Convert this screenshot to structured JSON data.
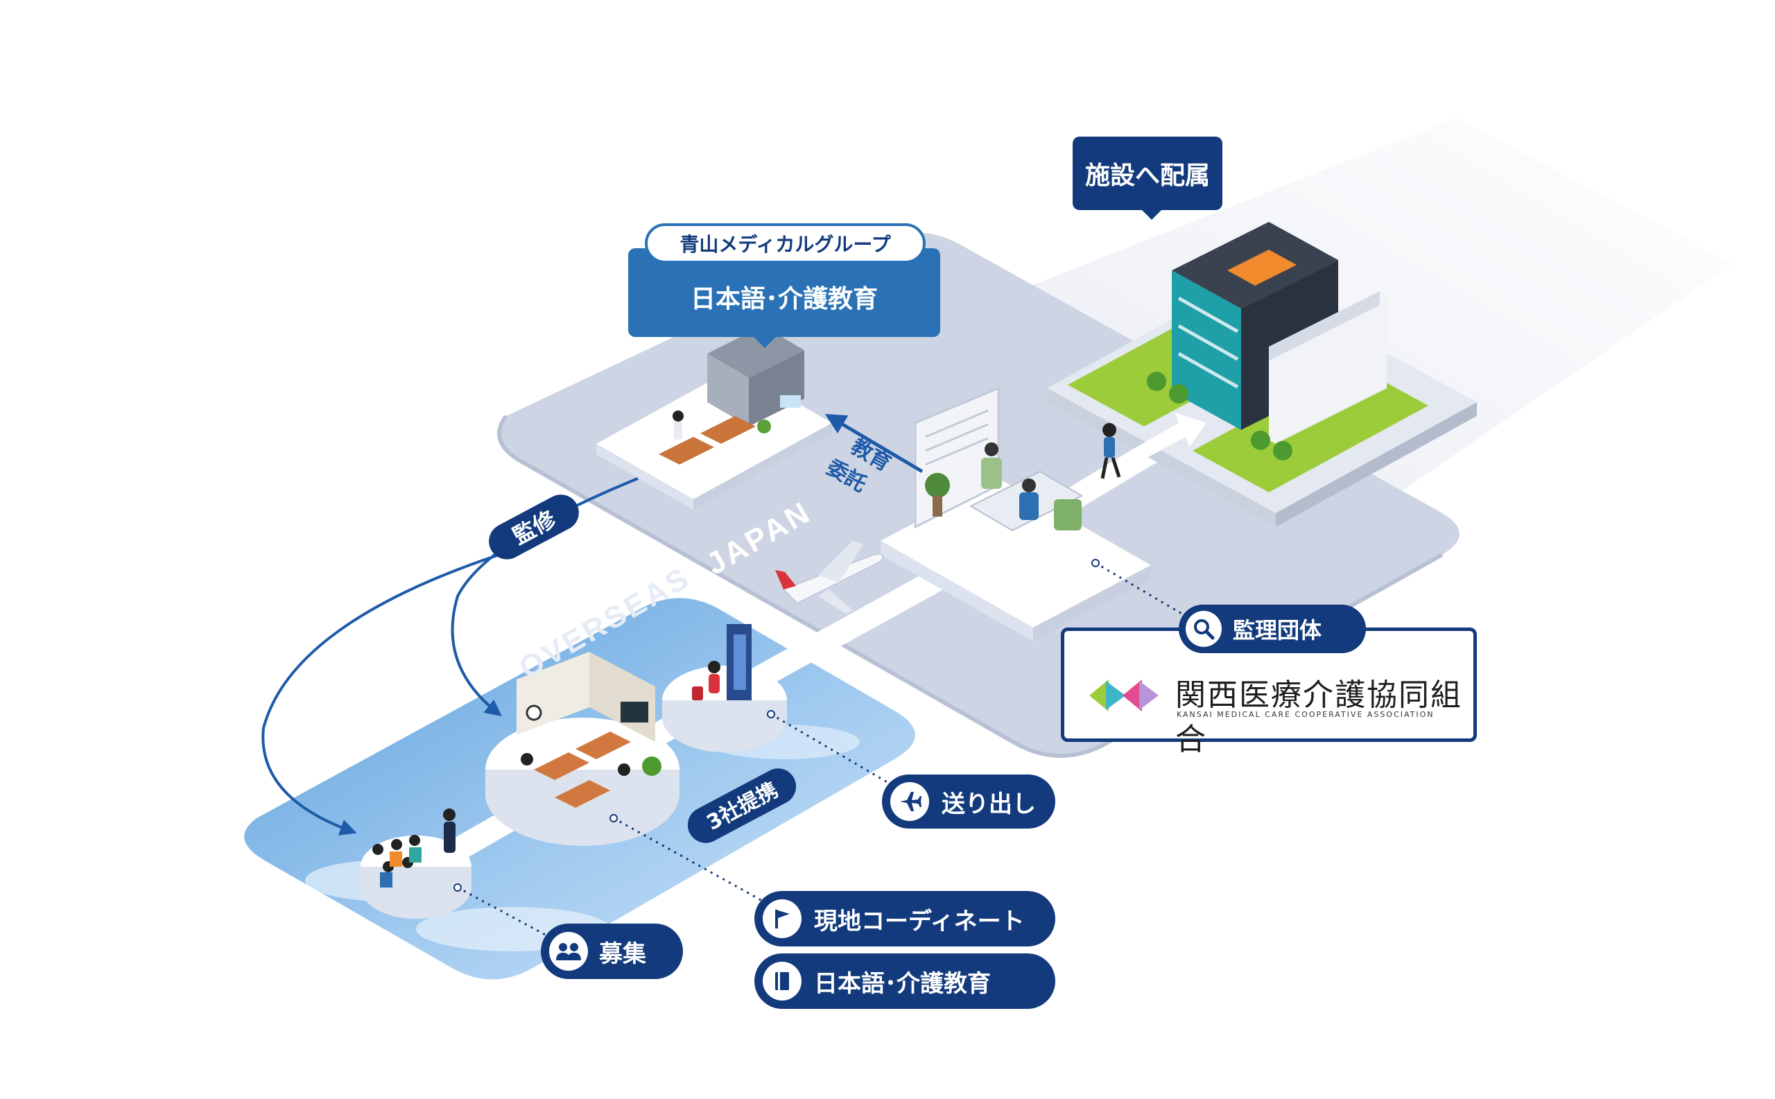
{
  "labels": {
    "aoyama_group": "青山メディカルグループ",
    "aoyama_education": "日本語･介護教育",
    "facility": "施設へ配属",
    "supervision": "監修",
    "edu_commission_line1": "教育",
    "edu_commission_line2": "委託",
    "japan": "JAPAN",
    "overseas": "OVERSEAS",
    "partnership": "3社提携",
    "supervising_org": "監理団体",
    "send_out": "送り出し",
    "local_coordinate": "現地コーディネート",
    "local_education": "日本語･介護教育",
    "recruit": "募集"
  },
  "association": {
    "name_jp": "関西医療介護協同組合",
    "name_en": "KANSAI MEDICAL CARE COOPERATIVE ASSOCIATION"
  },
  "icons": {
    "supervising_org": "search-icon",
    "send_out": "airplane-icon",
    "local_coordinate": "flag-icon",
    "local_education": "book-icon",
    "recruit": "people-icon",
    "association_logo": "kansai-logo"
  },
  "colors": {
    "navy": "#123a7c",
    "blue": "#2a72b5",
    "platform_gray": "#cfd6e4",
    "sky_blue": "#7fb4e3",
    "lawn_green": "#9ccc3a",
    "teal": "#1f9fa8",
    "orange": "#f08a2c"
  }
}
